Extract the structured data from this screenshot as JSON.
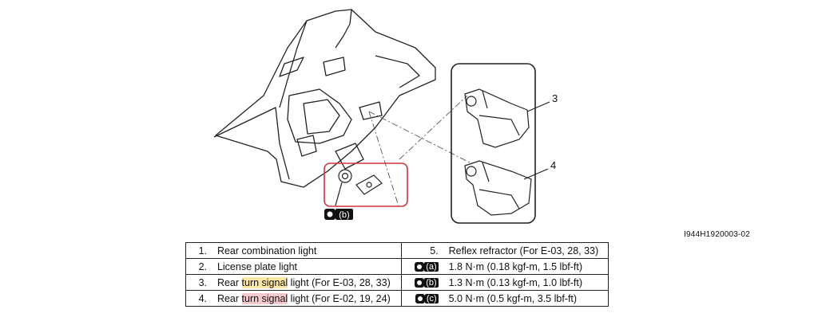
{
  "figure": {
    "callout_3": "3",
    "callout_4": "4",
    "torque_ref": "(b)",
    "drawing_id": "I944H1920003-02"
  },
  "legend": {
    "left": [
      {
        "num": "1.",
        "pre": "Rear combination light",
        "hl": "",
        "post": ""
      },
      {
        "num": "2.",
        "pre": "License plate light",
        "hl": "",
        "post": ""
      },
      {
        "num": "3.",
        "pre": "Rear ",
        "hl": "turn signal",
        "post": " light (For E-03, 28, 33)"
      },
      {
        "num": "4.",
        "pre": "Rear ",
        "hl": "turn signal",
        "post": " light (For E-02, 19, 24)"
      }
    ],
    "right": [
      {
        "sym": "5.",
        "text": "Reflex refractor (For E-03, 28, 33)"
      },
      {
        "sym": "(a)",
        "text": "1.8 N·m (0.18 kgf-m, 1.5 lbf-ft)"
      },
      {
        "sym": "(b)",
        "text": "1.3 N·m (0.13 kgf-m, 1.0 lbf-ft)"
      },
      {
        "sym": "(c)",
        "text": "5.0 N·m (0.5 kgf-m, 3.5 lbf-ft)"
      }
    ]
  },
  "colors": {
    "highlight_row3": "#fbe6a6",
    "highlight_row4": "#f6c9cf",
    "detail_box": "#d0343c"
  }
}
